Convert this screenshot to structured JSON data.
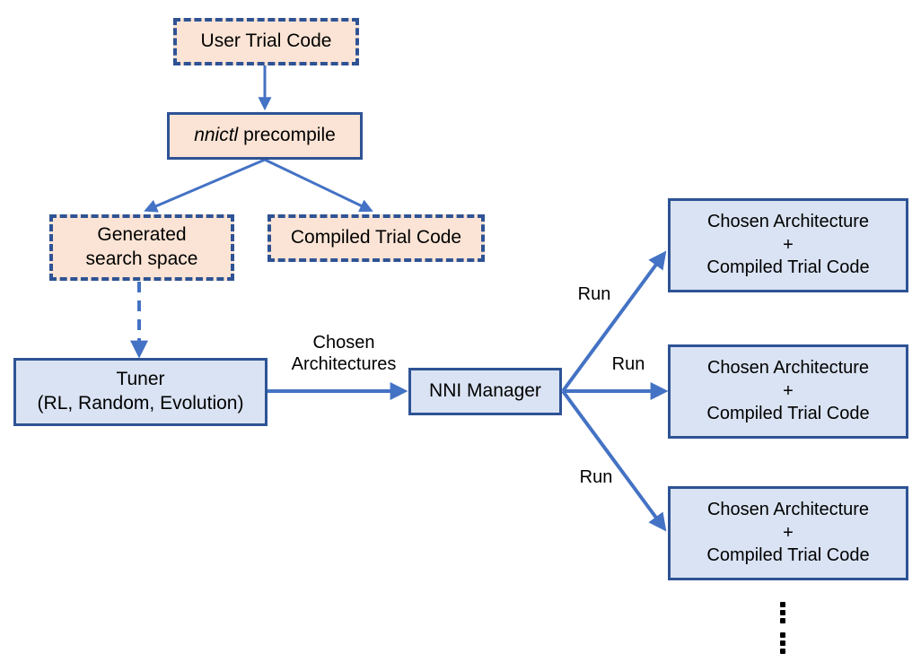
{
  "diagram": {
    "title": "NNI precompile and trial execution flow",
    "colors": {
      "peach_fill": "#FBE4D5",
      "blue_fill": "#DAE3F3",
      "border_blue": "#2E5395",
      "arrow_blue": "#4472C4",
      "text": "#000000",
      "background": "#FFFFFF"
    },
    "nodes": {
      "user_trial_code": "User Trial Code",
      "nnictl_precompile_italic": "nnictl",
      "nnictl_precompile_rest": " precompile",
      "generated_search_space": "Generated\nsearch space",
      "compiled_trial_code": "Compiled Trial Code",
      "tuner": "Tuner\n(RL, Random, Evolution)",
      "nni_manager": "NNI Manager",
      "trial_1": "Chosen Architecture\n+\nCompiled Trial Code",
      "trial_2": "Chosen Architecture\n+\nCompiled Trial Code",
      "trial_3": "Chosen Architecture\n+\nCompiled Trial Code"
    },
    "edge_labels": {
      "chosen_architectures": "Chosen\nArchitectures",
      "run_1": "Run",
      "run_2": "Run",
      "run_3": "Run"
    },
    "ellipsis": "⋮"
  }
}
